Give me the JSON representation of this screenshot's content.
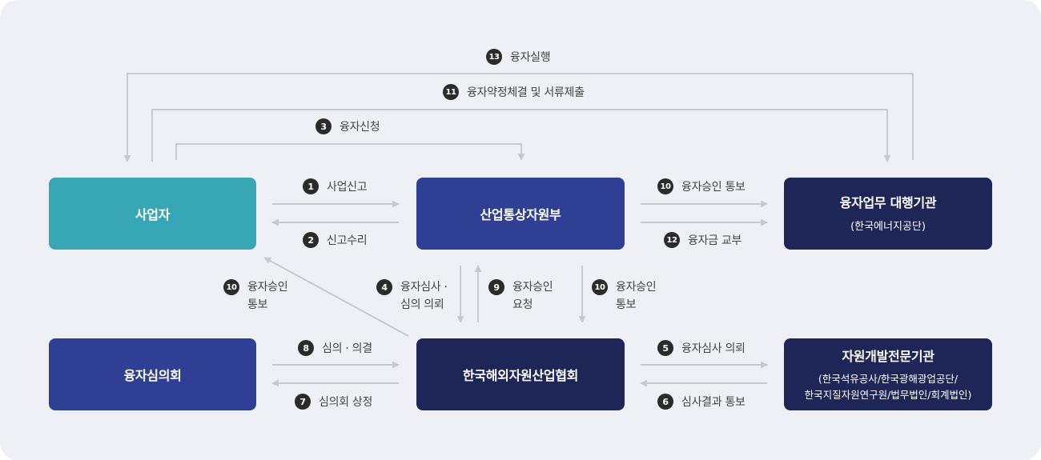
{
  "nodes": {
    "business": {
      "title": "사업자",
      "color": "#38a7b5"
    },
    "ministry": {
      "title": "산업통상자원부",
      "color": "#2f4094"
    },
    "agency": {
      "title": "융자업무 대행기관",
      "sub": "(한국에너지공단)",
      "color": "#1e2657"
    },
    "committee": {
      "title": "융자심의회",
      "color": "#2f4094"
    },
    "association": {
      "title": "한국해외자원산업협회",
      "color": "#1e2657"
    },
    "experts": {
      "title": "자원개발전문기관",
      "sub1": "(한국석유공사/한국광해광업공단/",
      "sub2": "한국지질자원연구원/법무법인/회계법인)",
      "color": "#1e2657"
    }
  },
  "steps": {
    "s1": {
      "num": "1",
      "text": "사업신고"
    },
    "s2": {
      "num": "2",
      "text": "신고수리"
    },
    "s3": {
      "num": "3",
      "text": "융자신청"
    },
    "s4": {
      "num": "4",
      "line1": "융자심사 ·",
      "line2": "심의 의뢰"
    },
    "s5": {
      "num": "5",
      "text": "융자심사 의뢰"
    },
    "s6": {
      "num": "6",
      "text": "심사결과 통보"
    },
    "s7": {
      "num": "7",
      "text": "심의회 상정"
    },
    "s8": {
      "num": "8",
      "text": "심의 · 의결"
    },
    "s9": {
      "num": "9",
      "line1": "융자승인",
      "line2": "요청"
    },
    "s10a": {
      "num": "10",
      "text": "융자승인 통보"
    },
    "s10b": {
      "num": "10",
      "line1": "융자승인",
      "line2": "통보"
    },
    "s10c": {
      "num": "10",
      "line1": "융자승인",
      "line2": "통보"
    },
    "s11": {
      "num": "11",
      "text": "융자약정체결 및 서류제출"
    },
    "s12": {
      "num": "12",
      "text": "융자금 교부"
    },
    "s13": {
      "num": "13",
      "text": "융자실행"
    }
  },
  "colors": {
    "arrow": "#c7c9cf",
    "background": "#eef0f6",
    "badge": "#2b2b2b"
  }
}
